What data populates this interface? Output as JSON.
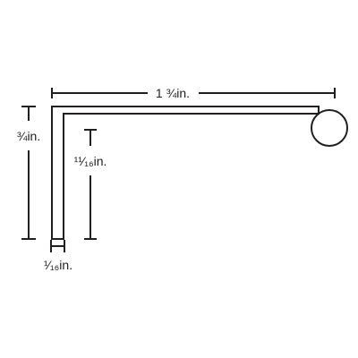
{
  "colors": {
    "stroke": "#231f20",
    "background": "#ffffff"
  },
  "labels": {
    "overall_width": "1 ¾in.",
    "overall_height": "¾in.",
    "inner_height": "¹¹⁄₁₆in.",
    "thickness": "¹⁄₁₆in."
  }
}
